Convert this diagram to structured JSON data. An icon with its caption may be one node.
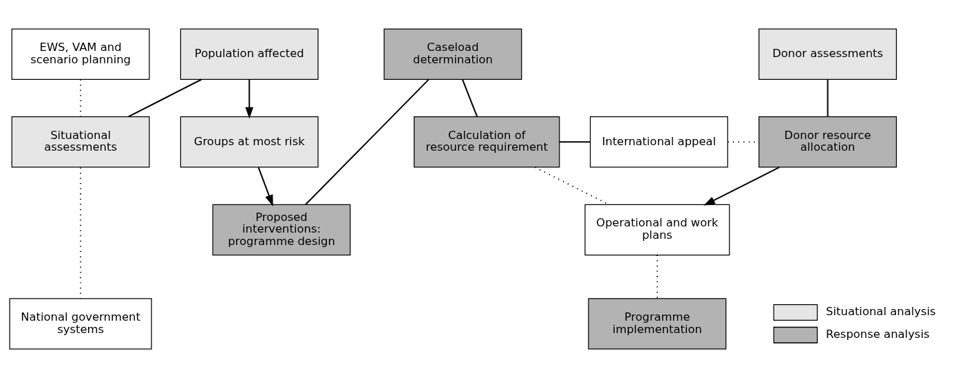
{
  "diagram": {
    "nodes": [
      {
        "text": [
          "EWS, VAM and scenario planning"
        ]
      },
      {
        "text": [
          "Population affected"
        ]
      },
      {
        "text": [
          "Caseload determination"
        ]
      },
      {
        "text": [
          "Donor assessments"
        ]
      },
      {
        "text": [
          "Situational assessments"
        ]
      },
      {
        "text": [
          "Groups at most risk"
        ]
      },
      {
        "text": [
          "Calculation of resource requirement"
        ]
      },
      {
        "text": [
          "International appeal"
        ]
      },
      {
        "text": [
          "Donor resource allocation"
        ]
      },
      {
        "text": [
          "Proposed interventions: programme design"
        ]
      },
      {
        "text": [
          "Operational and work plans"
        ]
      },
      {
        "text": [
          "National government systems"
        ]
      },
      {
        "text": [
          "Programme implementation"
        ]
      }
    ],
    "edges": [
      {
        "from": 0,
        "to": 4,
        "arrow": "none",
        "style": "dashed"
      },
      {
        "from": 4,
        "to": 1,
        "arrow": "none"
      },
      {
        "from": 1,
        "to": 5,
        "arrow": "to"
      },
      {
        "from": 5,
        "to": 9,
        "arrow": "to"
      },
      {
        "from": 9,
        "to": 2,
        "arrow": "none"
      },
      {
        "from": 2,
        "to": 6,
        "arrow": "none"
      },
      {
        "from": 6,
        "to": 7,
        "arrow": "none"
      },
      {
        "from": 7,
        "to": 8,
        "arrow": "none",
        "style": "dashed"
      },
      {
        "from": 3,
        "to": 8,
        "arrow": "none"
      },
      {
        "from": 8,
        "to": 10,
        "arrow": "to"
      },
      {
        "from": 6,
        "to": 10,
        "arrow": "none",
        "style": "dashed"
      },
      {
        "from": 4,
        "to": 11,
        "arrow": "none",
        "style": "dashed"
      },
      {
        "from": 10,
        "to": 12,
        "arrow": "none",
        "style": "dashed"
      }
    ],
    "legend": [
      {
        "text": "Situational analysis",
        "color": "#e6e6e6"
      },
      {
        "text": "Response analysis",
        "color": "#b3b3b3"
      }
    ]
  }
}
